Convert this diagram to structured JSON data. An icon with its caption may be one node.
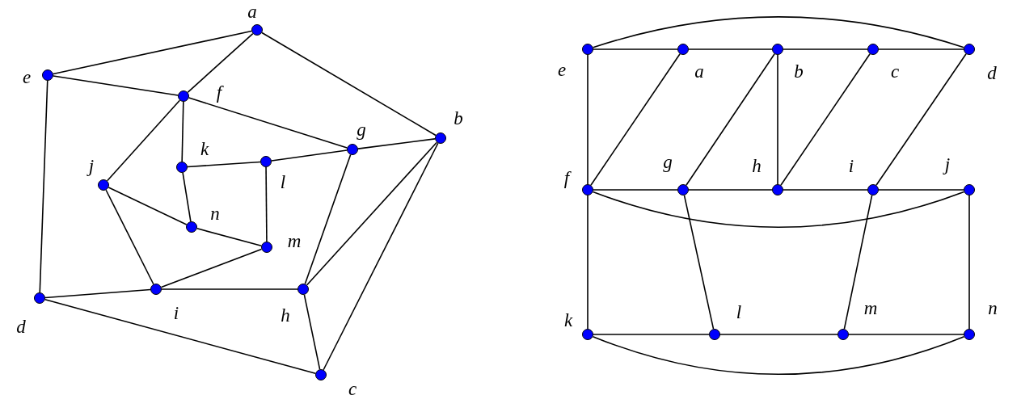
{
  "diagram": {
    "nodes": [
      {
        "text": [],
        "shape": "circle",
        "beside": [
          "a"
        ]
      },
      {
        "text": [],
        "shape": "circle",
        "beside": [
          "b"
        ]
      },
      {
        "text": [],
        "shape": "circle",
        "beside": [
          "c"
        ]
      },
      {
        "text": [],
        "shape": "circle",
        "beside": [
          "d"
        ]
      },
      {
        "text": [],
        "shape": "circle",
        "beside": [
          "e"
        ]
      },
      {
        "text": [],
        "shape": "circle",
        "beside": [
          "f"
        ]
      },
      {
        "text": [],
        "shape": "circle",
        "beside": [
          "g"
        ]
      },
      {
        "text": [],
        "shape": "circle",
        "beside": [
          "h"
        ]
      },
      {
        "text": [],
        "shape": "circle",
        "beside": [
          "i"
        ]
      },
      {
        "text": [],
        "shape": "circle",
        "beside": [
          "j"
        ]
      },
      {
        "text": [],
        "shape": "circle",
        "beside": [
          "k"
        ]
      },
      {
        "text": [],
        "shape": "circle",
        "beside": [
          "l"
        ]
      },
      {
        "text": [],
        "shape": "circle",
        "beside": [
          "m"
        ]
      },
      {
        "text": [],
        "shape": "circle",
        "beside": [
          "n"
        ]
      },
      {
        "text": [],
        "shape": "circle",
        "beside": [
          "e"
        ]
      },
      {
        "text": [],
        "shape": "circle",
        "beside": [
          "a"
        ]
      },
      {
        "text": [],
        "shape": "circle",
        "beside": [
          "b"
        ]
      },
      {
        "text": [],
        "shape": "circle",
        "beside": [
          "c"
        ]
      },
      {
        "text": [],
        "shape": "circle",
        "beside": [
          "d"
        ]
      },
      {
        "text": [],
        "shape": "circle",
        "beside": [
          "f"
        ]
      },
      {
        "text": [],
        "shape": "circle",
        "beside": [
          "g"
        ]
      },
      {
        "text": [],
        "shape": "circle",
        "beside": [
          "h"
        ]
      },
      {
        "text": [],
        "shape": "circle",
        "beside": [
          "i"
        ]
      },
      {
        "text": [],
        "shape": "circle",
        "beside": [
          "j"
        ]
      },
      {
        "text": [],
        "shape": "circle",
        "beside": [
          "k"
        ]
      },
      {
        "text": [],
        "shape": "circle",
        "beside": [
          "l"
        ]
      },
      {
        "text": [],
        "shape": "circle",
        "beside": [
          "m"
        ]
      },
      {
        "text": [],
        "shape": "circle",
        "beside": [
          "n"
        ]
      }
    ],
    "edges": [
      {
        "from": 0,
        "to": 4,
        "arrow": "none"
      },
      {
        "from": 0,
        "to": 5,
        "arrow": "none"
      },
      {
        "from": 0,
        "to": 1,
        "arrow": "none"
      },
      {
        "from": 4,
        "to": 5,
        "arrow": "none"
      },
      {
        "from": 4,
        "to": 3,
        "arrow": "none"
      },
      {
        "from": 5,
        "to": 6,
        "arrow": "none"
      },
      {
        "from": 5,
        "to": 9,
        "arrow": "none"
      },
      {
        "from": 5,
        "to": 10,
        "arrow": "none"
      },
      {
        "from": 10,
        "to": 11,
        "arrow": "none"
      },
      {
        "from": 11,
        "to": 6,
        "arrow": "none"
      },
      {
        "from": 6,
        "to": 1,
        "arrow": "none"
      },
      {
        "from": 6,
        "to": 7,
        "arrow": "none"
      },
      {
        "from": 10,
        "to": 13,
        "arrow": "none"
      },
      {
        "from": 11,
        "to": 12,
        "arrow": "none"
      },
      {
        "from": 9,
        "to": 13,
        "arrow": "none"
      },
      {
        "from": 13,
        "to": 12,
        "arrow": "none"
      },
      {
        "from": 9,
        "to": 8,
        "arrow": "none"
      },
      {
        "from": 8,
        "to": 12,
        "arrow": "none"
      },
      {
        "from": 8,
        "to": 7,
        "arrow": "none"
      },
      {
        "from": 3,
        "to": 8,
        "arrow": "none"
      },
      {
        "from": 3,
        "to": 2,
        "arrow": "none"
      },
      {
        "from": 7,
        "to": 2,
        "arrow": "none"
      },
      {
        "from": 7,
        "to": 1,
        "arrow": "none"
      },
      {
        "from": 1,
        "to": 2,
        "arrow": "none"
      },
      {
        "from": 14,
        "to": 15,
        "arrow": "none"
      },
      {
        "from": 15,
        "to": 16,
        "arrow": "none"
      },
      {
        "from": 16,
        "to": 17,
        "arrow": "none"
      },
      {
        "from": 17,
        "to": 18,
        "arrow": "none"
      },
      {
        "from": 14,
        "to": 18,
        "arrow": "none"
      },
      {
        "from": 14,
        "to": 19,
        "arrow": "none"
      },
      {
        "from": 19,
        "to": 15,
        "arrow": "none"
      },
      {
        "from": 20,
        "to": 16,
        "arrow": "none"
      },
      {
        "from": 16,
        "to": 21,
        "arrow": "none"
      },
      {
        "from": 21,
        "to": 17,
        "arrow": "none"
      },
      {
        "from": 22,
        "to": 18,
        "arrow": "none"
      },
      {
        "from": 19,
        "to": 20,
        "arrow": "none"
      },
      {
        "from": 20,
        "to": 21,
        "arrow": "none"
      },
      {
        "from": 21,
        "to": 22,
        "arrow": "none"
      },
      {
        "from": 22,
        "to": 23,
        "arrow": "none"
      },
      {
        "from": 19,
        "to": 23,
        "arrow": "none"
      },
      {
        "from": 19,
        "to": 24,
        "arrow": "none"
      },
      {
        "from": 23,
        "to": 27,
        "arrow": "none"
      },
      {
        "from": 20,
        "to": 25,
        "arrow": "none"
      },
      {
        "from": 22,
        "to": 26,
        "arrow": "none"
      },
      {
        "from": 24,
        "to": 25,
        "arrow": "none"
      },
      {
        "from": 25,
        "to": 26,
        "arrow": "none"
      },
      {
        "from": 26,
        "to": 27,
        "arrow": "none"
      },
      {
        "from": 24,
        "to": 27,
        "arrow": "none"
      }
    ]
  }
}
